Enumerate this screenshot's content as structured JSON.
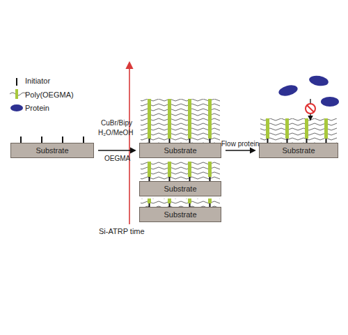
{
  "diagram": {
    "nodes": [
      {
        "text": [
          "Substrate"
        ]
      },
      {
        "text": [
          "Substrate"
        ]
      },
      {
        "text": [
          "Substrate"
        ]
      },
      {
        "text": [
          "Substrate"
        ]
      },
      {
        "text": [
          "Substrate"
        ]
      }
    ],
    "edges": [
      {
        "from": 0,
        "to": 1,
        "arrow": "to"
      },
      {
        "from": 1,
        "to": 4,
        "label": "Flow protein",
        "arrow": "to"
      }
    ],
    "labels": [
      "CuBr/Bipy",
      "H₂O/MeOH",
      "OEGMA",
      "Si-ATRP time"
    ],
    "legend": [
      {
        "text": "Initiator"
      },
      {
        "text": "Poly(OEGMA)"
      },
      {
        "text": "Protein"
      }
    ]
  }
}
